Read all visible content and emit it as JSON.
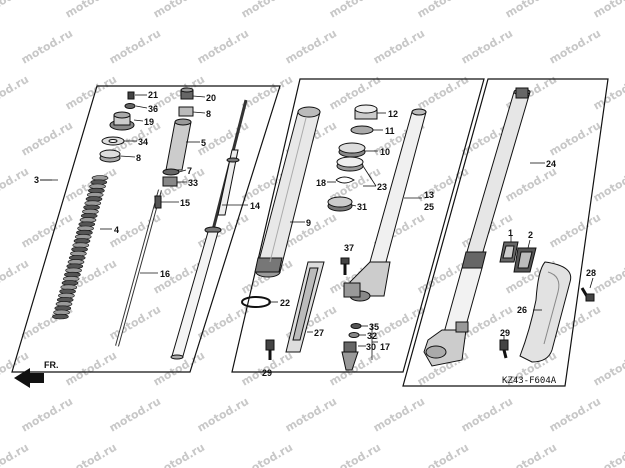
{
  "diagram": {
    "code": "KZ43-F604A",
    "front_label": "FR.",
    "watermark": "motod.ru",
    "part_labels": [
      "21",
      "36",
      "19",
      "34",
      "8",
      "20",
      "8",
      "5",
      "7",
      "33",
      "15",
      "4",
      "16",
      "14",
      "9",
      "22",
      "27",
      "29",
      "12",
      "11",
      "10",
      "18",
      "23",
      "31",
      "13",
      "25",
      "37",
      "35",
      "32",
      "30",
      "17",
      "24",
      "1",
      "2",
      "28",
      "26",
      "29",
      "3"
    ]
  }
}
